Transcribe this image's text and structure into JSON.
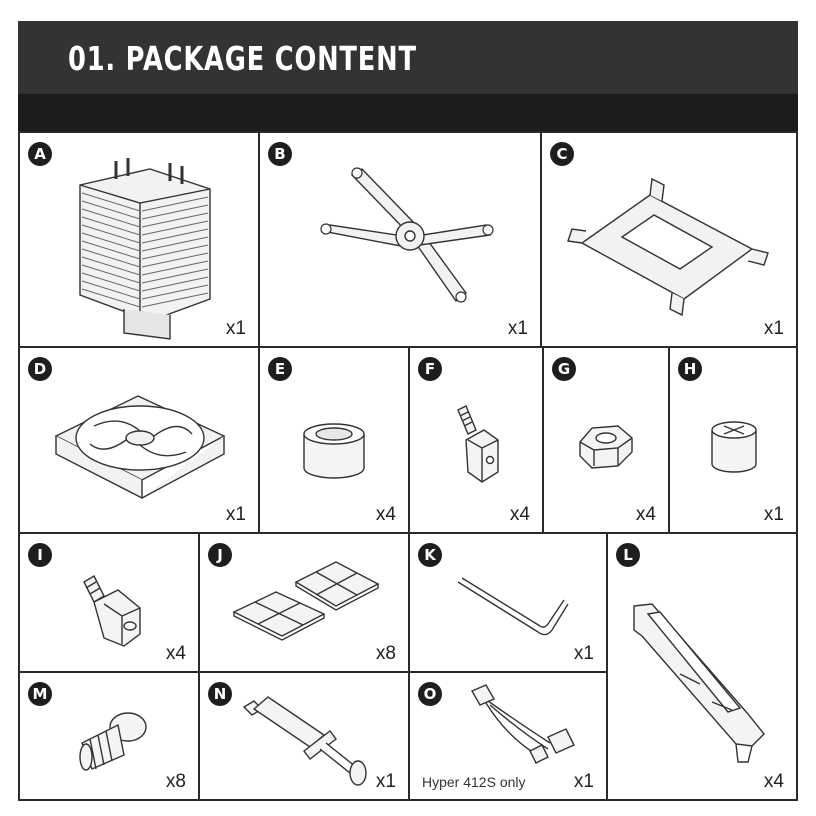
{
  "header": {
    "title": "01. PACKAGE CONTENT"
  },
  "items": {
    "A": {
      "letter": "A",
      "qty": "x1",
      "icon": "cpu-cooler-heatsink-icon"
    },
    "B": {
      "letter": "B",
      "qty": "x1",
      "icon": "x-mounting-bracket-icon"
    },
    "C": {
      "letter": "C",
      "qty": "x1",
      "icon": "backplate-icon"
    },
    "D": {
      "letter": "D",
      "qty": "x1",
      "icon": "fan-icon"
    },
    "E": {
      "letter": "E",
      "qty": "x4",
      "icon": "spacer-icon"
    },
    "F": {
      "letter": "F",
      "qty": "x4",
      "icon": "standoff-screw-icon"
    },
    "G": {
      "letter": "G",
      "qty": "x4",
      "icon": "hex-nut-icon"
    },
    "H": {
      "letter": "H",
      "qty": "x1",
      "icon": "thumb-nut-icon"
    },
    "I": {
      "letter": "I",
      "qty": "x4",
      "icon": "standoff-bolt-icon"
    },
    "J": {
      "letter": "J",
      "qty": "x8",
      "icon": "rubber-pads-icon"
    },
    "K": {
      "letter": "K",
      "qty": "x1",
      "icon": "hex-key-icon"
    },
    "L": {
      "letter": "L",
      "qty": "x4",
      "icon": "fan-clip-icon"
    },
    "M": {
      "letter": "M",
      "qty": "x8",
      "icon": "screw-icon"
    },
    "N": {
      "letter": "N",
      "qty": "x1",
      "icon": "thermal-paste-syringe-icon"
    },
    "O": {
      "letter": "O",
      "qty": "x1",
      "note": "Hyper 412S only",
      "icon": "y-cable-icon"
    }
  }
}
